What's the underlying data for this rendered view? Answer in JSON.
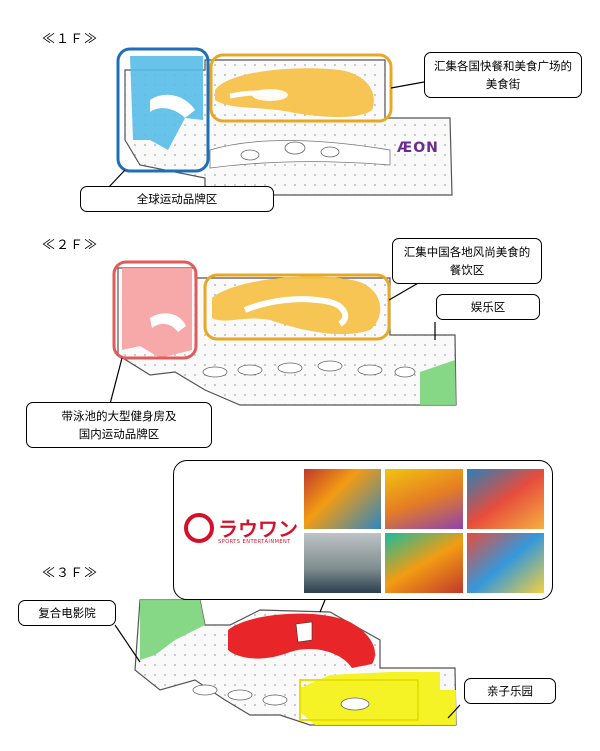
{
  "floors": {
    "f1": {
      "label": "≪１Ｆ≫",
      "brand_mark": "ÆON"
    },
    "f2": {
      "label": "≪２Ｆ≫"
    },
    "f3": {
      "label": "≪３Ｆ≫"
    }
  },
  "callouts": {
    "f1_food": [
      "汇集各国快餐和美食广场的",
      "美食街"
    ],
    "f1_sports": "全球运动品牌区",
    "f2_food": [
      "汇集中国各地风尚美食的",
      "餐饮区"
    ],
    "f2_entertainment": "娱乐区",
    "f2_fitness": [
      "带泳池的大型健身房及",
      "国内运动品牌区"
    ],
    "f3_cinema": "复合电影院",
    "f3_kids": "亲子乐园"
  },
  "promo": {
    "logo_text": "ラウワン",
    "logo_sub": "SPORTS ENTERTAINMENT"
  },
  "colors": {
    "blue_zone": "#56bde8",
    "blue_frame": "#1f6fb8",
    "orange_zone": "#f5c24a",
    "orange_frame": "#e9a824",
    "pink_zone": "#f7a3a3",
    "pink_frame": "#e25a5a",
    "green_zone": "#7fd67f",
    "red_zone": "#e8262a",
    "yellow_zone": "#f4f21a",
    "plan_line": "#555555"
  }
}
